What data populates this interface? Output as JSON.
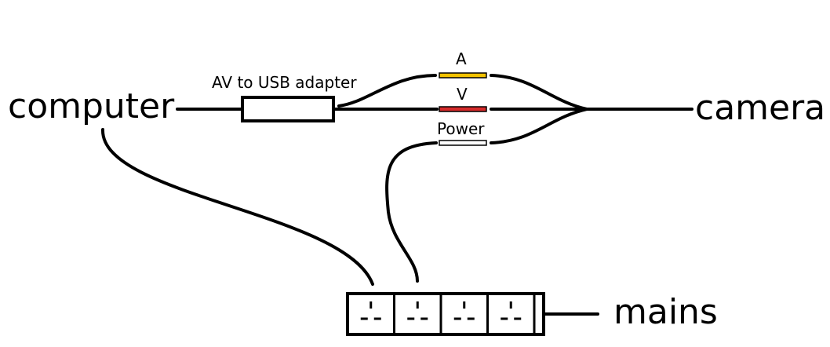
{
  "labels": {
    "computer": "computer",
    "camera": "camera",
    "mains": "mains",
    "adapter": "AV to USB adapter",
    "audio": "A",
    "video": "V",
    "power": "Power"
  },
  "colors": {
    "audio_plug": "#f2c200",
    "video_plug": "#d62b2b",
    "power_plug": "#ffffff",
    "wire": "#000000"
  },
  "power_strip": {
    "socket_count": 4
  }
}
